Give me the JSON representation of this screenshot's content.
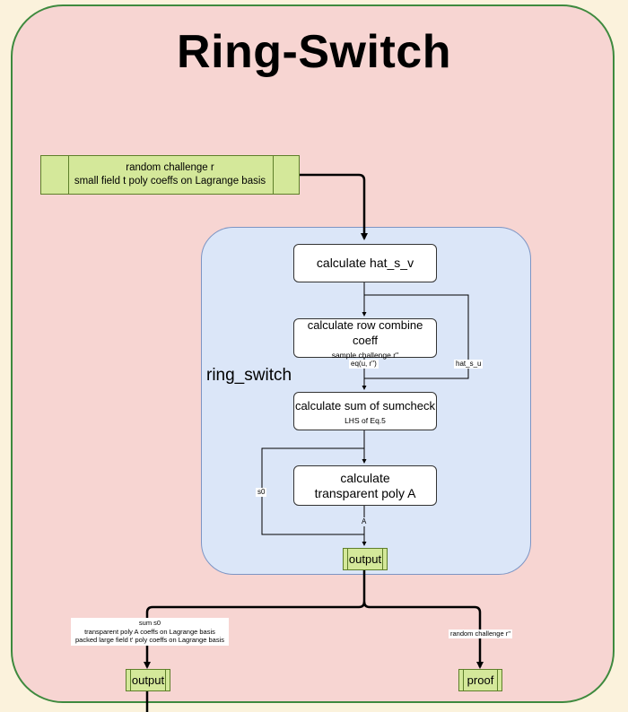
{
  "title": "Ring-Switch",
  "input_box": {
    "line1": "random challenge r",
    "line2": "small field t poly coeffs on Lagrange basis"
  },
  "subgraph_label": "ring_switch",
  "nodes": {
    "hat_s_v": "calculate hat_s_v",
    "row_combine": {
      "main": "calculate row combine coeff",
      "sub": "sample challenge r''"
    },
    "sum_sumcheck": {
      "main": "calculate sum of sumcheck",
      "sub": "LHS of Eq.5"
    },
    "transparent_poly": {
      "line1": "calculate",
      "line2": "transparent poly A"
    }
  },
  "edge_labels": {
    "eq": "eq(u, r'')",
    "hat_s_u": "hat_s_u",
    "s0": "s0",
    "A": "A"
  },
  "inner_output": "output",
  "left_output": {
    "label_line1": "sum s0",
    "label_line2": "transparent poly A coeffs on Lagrange basis",
    "label_line3": "packed large field t' poly coeffs on Lagrange basis",
    "box": "output"
  },
  "right_output": {
    "label": "random challenge r''",
    "box": "proof"
  },
  "colors": {
    "background": "#fbf2dc",
    "outer_fill": "#f7d5d2",
    "outer_border": "#3e8a3e",
    "inner_fill": "#dbe6f8",
    "green_box": "#d4e89a"
  }
}
